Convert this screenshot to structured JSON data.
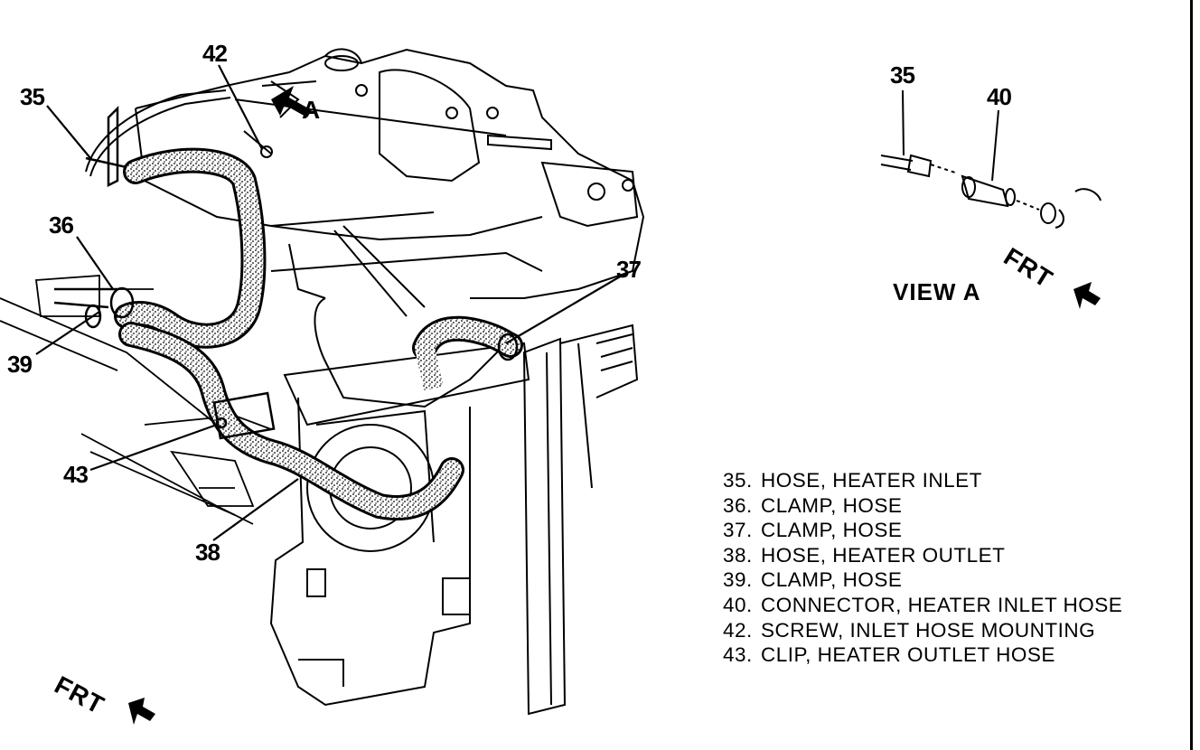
{
  "callouts": {
    "c35": "35",
    "c42": "42",
    "c36": "36",
    "c39": "39",
    "c37": "37",
    "c43": "43",
    "c38": "38",
    "view_a_35": "35",
    "view_a_40": "40"
  },
  "view_a": {
    "title": "VIEW A",
    "arrow_letter": "A"
  },
  "frt_labels": {
    "main": "FRT",
    "view_a": "FRT"
  },
  "legend": [
    {
      "num": "35.",
      "text": "HOSE, HEATER INLET"
    },
    {
      "num": "36.",
      "text": "CLAMP, HOSE"
    },
    {
      "num": "37.",
      "text": "CLAMP, HOSE"
    },
    {
      "num": "38.",
      "text": "HOSE, HEATER OUTLET"
    },
    {
      "num": "39.",
      "text": "CLAMP, HOSE"
    },
    {
      "num": "40.",
      "text": "CONNECTOR, HEATER INLET HOSE"
    },
    {
      "num": "42.",
      "text": "SCREW, INLET HOSE MOUNTING"
    },
    {
      "num": "43.",
      "text": "CLIP, HEATER OUTLET HOSE"
    }
  ]
}
